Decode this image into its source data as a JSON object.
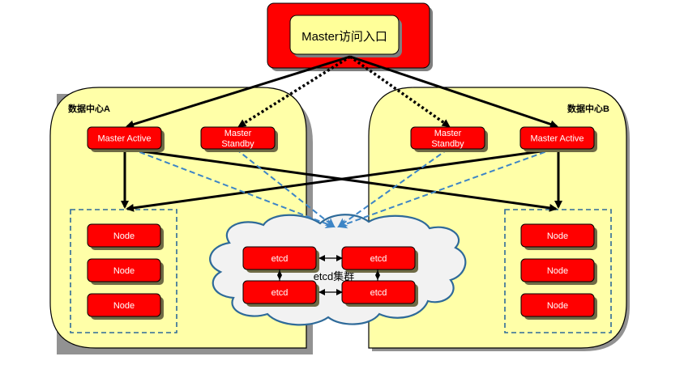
{
  "entry": {
    "label": "Master访问入口"
  },
  "datacenters": [
    {
      "id": "A",
      "label": "数据中心A",
      "master_active": "Master Active",
      "master_standby": [
        "Master",
        "Standby"
      ],
      "nodes": [
        "Node",
        "Node",
        "Node"
      ]
    },
    {
      "id": "B",
      "label": "数据中心B",
      "master_active": "Master Active",
      "master_standby": [
        "Master",
        "Standby"
      ],
      "nodes": [
        "Node",
        "Node",
        "Node"
      ]
    }
  ],
  "etcd_cluster": {
    "label": "etcd集群",
    "members": [
      "etcd",
      "etcd",
      "etcd",
      "etcd"
    ]
  },
  "colors": {
    "red": "#ff0000",
    "light_yellow": "#ffff99",
    "box_yellow": "#ffffa8",
    "cloud_fill": "#f2f2f2",
    "cloud_stroke": "#2e6a99",
    "dashed_blue": "#3d85c6",
    "node_group_border": "#2e6a99"
  }
}
